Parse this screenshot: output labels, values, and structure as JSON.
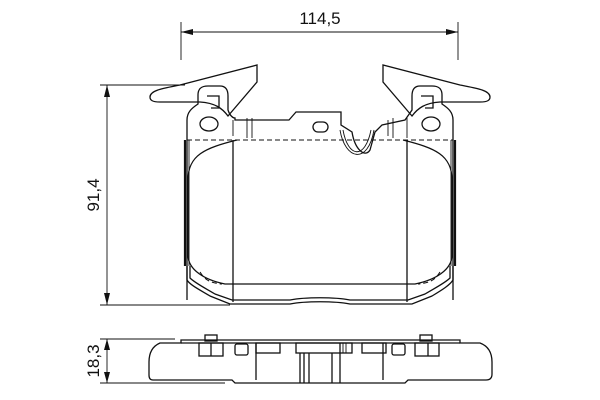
{
  "drawing": {
    "subject": "brake pad technical drawing",
    "dimensions": {
      "width": "114,5",
      "height": "91,4",
      "thickness": "18,3"
    },
    "colors": {
      "line": "#111111",
      "background": "#ffffff"
    }
  }
}
